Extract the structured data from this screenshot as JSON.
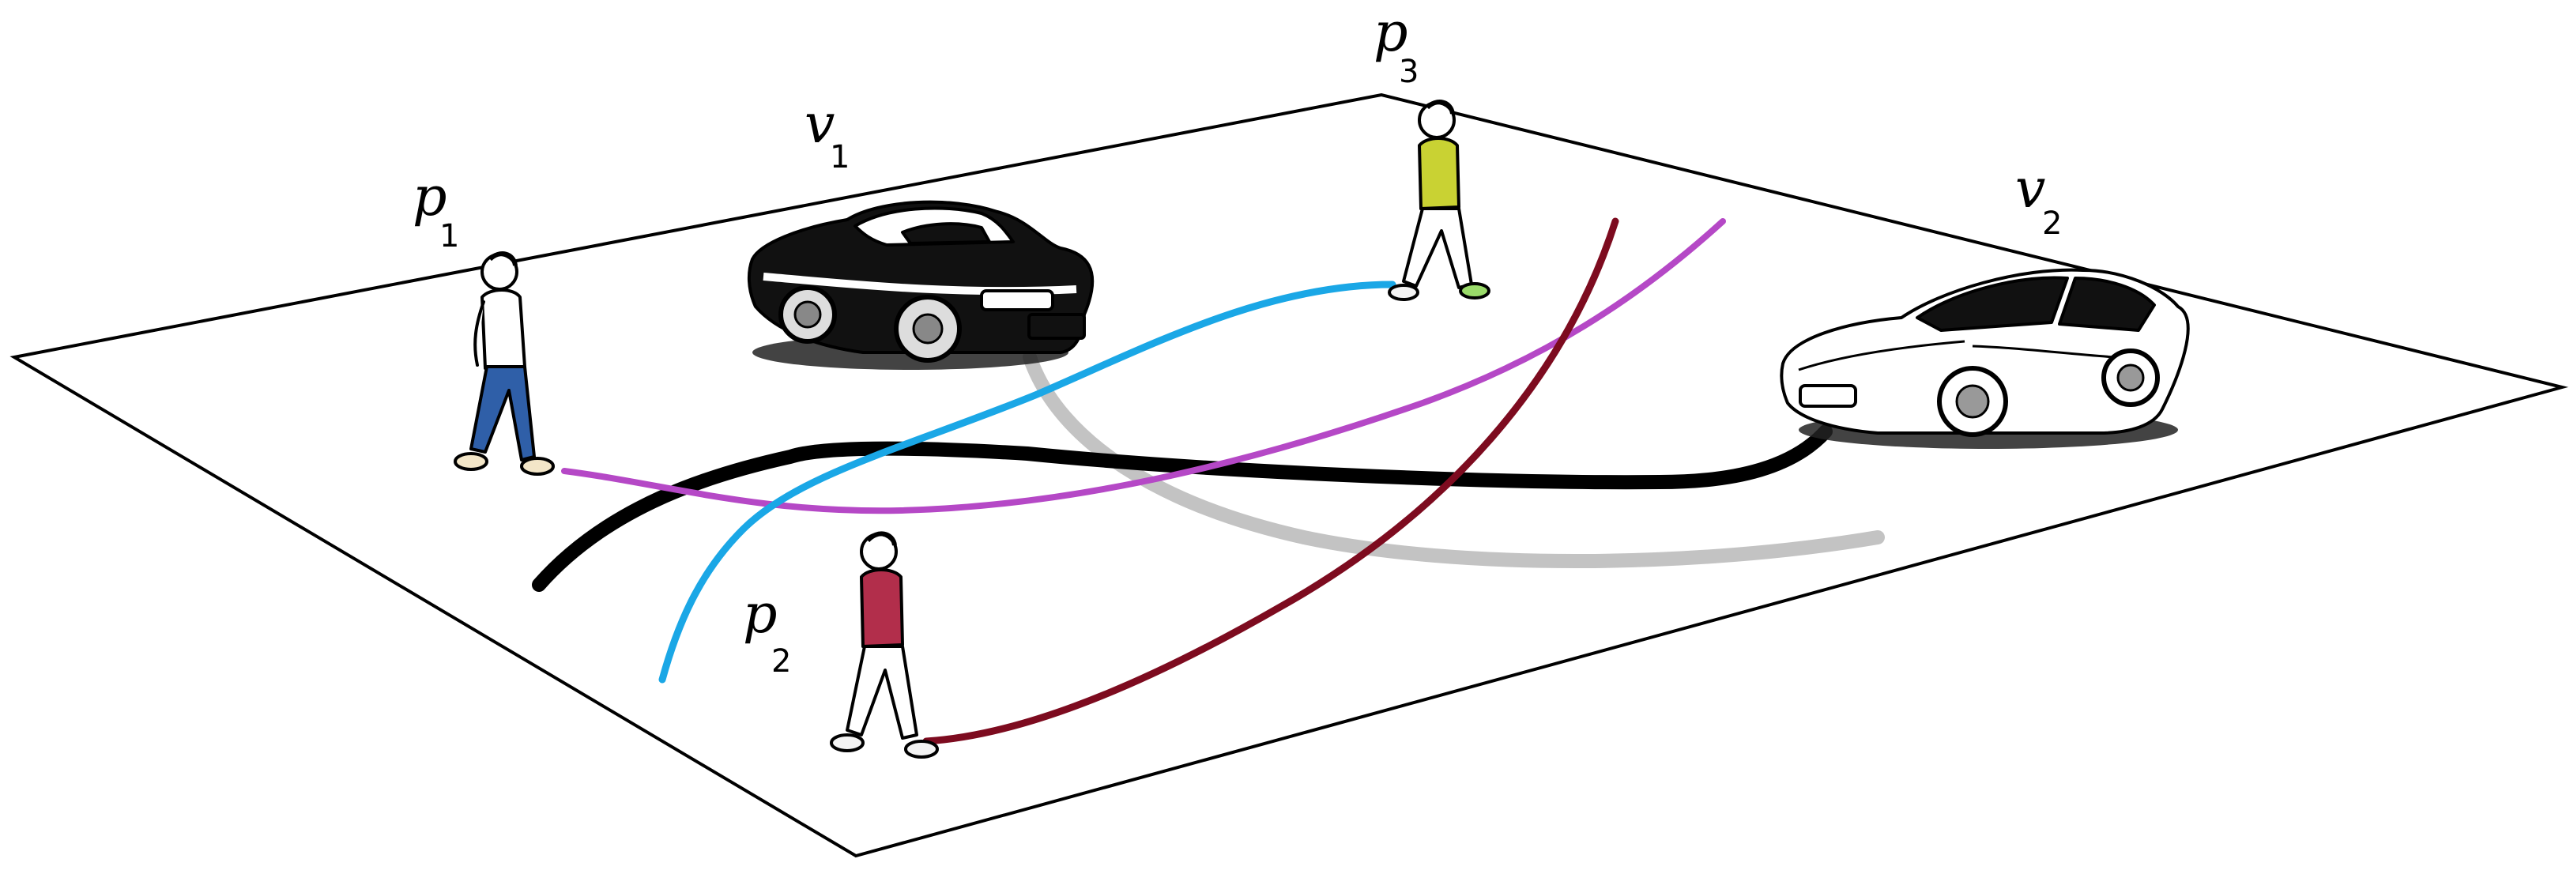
{
  "colors": {
    "ground_line": "#000000",
    "traj_p1": "#b548c6",
    "traj_p2": "#7d0b1f",
    "traj_p3": "#1aa7e6",
    "traj_v1": "#c3c3c3",
    "traj_v2": "#000000",
    "shirt_p1": "#ffffff",
    "pants_p1": "#2f5fa8",
    "shirt_p2": "#b22e4b",
    "shirt_p3": "#c9d233",
    "car_v1_body": "#ffffff",
    "car_v1_paint": "#111111",
    "car_v2_body": "#ffffff"
  },
  "labels": {
    "p1": {
      "main": "p",
      "sub": "1"
    },
    "p2": {
      "main": "p",
      "sub": "2"
    },
    "p3": {
      "main": "p",
      "sub": "3"
    },
    "v1": {
      "main": "v",
      "sub": "1"
    },
    "v2": {
      "main": "v",
      "sub": "2"
    }
  },
  "icons": {
    "pedestrian": "walking-person-icon",
    "vehicle": "sports-car-icon"
  }
}
